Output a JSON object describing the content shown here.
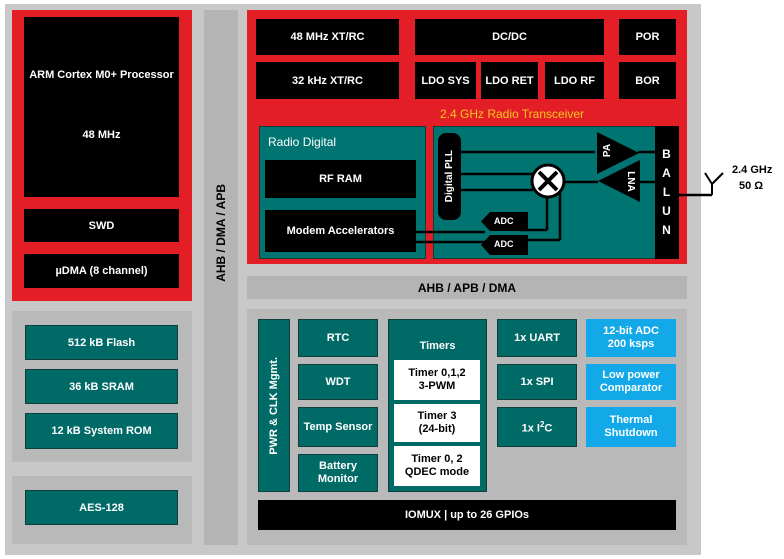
{
  "cpu": {
    "processor": "ARM Cortex M0+ Processor",
    "clock": "48 MHz",
    "swd": "SWD",
    "udma": "µDMA (8 channel)"
  },
  "bus": {
    "vertical": "AHB / DMA / APB",
    "horizontal": "AHB / APB / DMA"
  },
  "memory": {
    "flash": "512 kB Flash",
    "sram": "36 kB SRAM",
    "rom": "12 kB System ROM"
  },
  "security": {
    "aes": "AES-128"
  },
  "power": {
    "xt48": "48 MHz XT/RC",
    "xt32": "32 kHz XT/RC",
    "dcdc": "DC/DC",
    "ldo_sys": "LDO SYS",
    "ldo_ret": "LDO RET",
    "ldo_rf": "LDO RF",
    "por": "POR",
    "bor": "BOR"
  },
  "radio": {
    "title": "2.4 GHz Radio Transceiver",
    "digital_title": "Radio Digital",
    "rf_ram": "RF RAM",
    "modem": "Modem Accelerators",
    "pll": "Digital PLL",
    "adc1": "ADC",
    "adc2": "ADC",
    "pa": "PA",
    "lna": "LNA",
    "balun": [
      "B",
      "A",
      "L",
      "U",
      "N"
    ],
    "antenna_freq": "2.4 GHz",
    "antenna_imp": "50 Ω"
  },
  "peripherals": {
    "pwr_clk": "PWR & CLK Mgmt.",
    "rtc": "RTC",
    "wdt": "WDT",
    "temp": "Temp Sensor",
    "battery": [
      "Battery",
      "Monitor"
    ],
    "timers_title": "Timers",
    "timer1": [
      "Timer 0,1,2",
      "3-PWM"
    ],
    "timer2": [
      "Timer 3",
      "(24-bit)"
    ],
    "timer3": [
      "Timer 0, 2",
      "QDEC mode"
    ],
    "uart": "1x UART",
    "spi": "1x SPI",
    "i2c_pre": "1x I",
    "i2c_sup": "2",
    "i2c_post": "C",
    "adc": [
      "12-bit ADC",
      "200 ksps"
    ],
    "comparator": [
      "Low power",
      "Comparator"
    ],
    "thermal": [
      "Thermal",
      "Shutdown"
    ],
    "iomux": "IOMUX | up to 26 GPIOs"
  },
  "colors": {
    "red": "#e41e26",
    "teal": "#006a66",
    "blue": "#13a9e8",
    "gray": "#c8c8c8",
    "radio_title": "#f3c81c"
  }
}
